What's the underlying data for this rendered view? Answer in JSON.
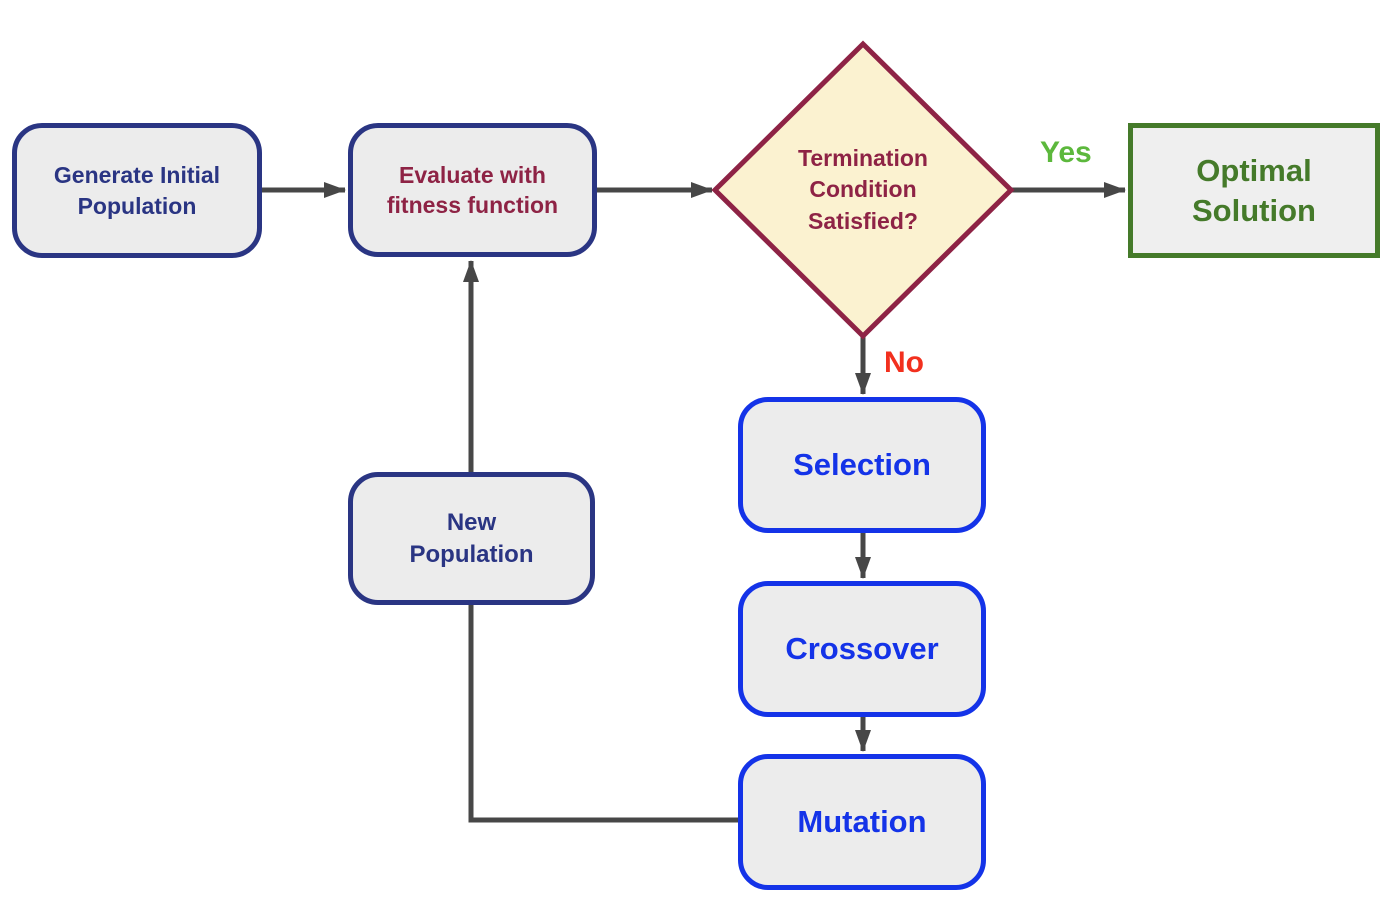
{
  "colors": {
    "background": "#FFFFFF",
    "navy": "#2A3583",
    "maroon": "#8E2345",
    "blue": "#1433E8",
    "green-dark": "#457A2A",
    "green-bright": "#5CB83C",
    "red": "#F2301E",
    "arrow": "#474747",
    "node-fill": "#ECECEC",
    "diamond-fill": "#FBF2D0"
  },
  "nodes": {
    "generate_initial_population": {
      "label": "Generate Initial\nPopulation"
    },
    "evaluate_fitness": {
      "label": "Evaluate with\nfitness function"
    },
    "termination_condition": {
      "label": "Termination\nCondition\nSatisfied?"
    },
    "optimal_solution": {
      "label": "Optimal\nSolution"
    },
    "selection": {
      "label": "Selection"
    },
    "crossover": {
      "label": "Crossover"
    },
    "mutation": {
      "label": "Mutation"
    },
    "new_population": {
      "label": "New\nPopulation"
    }
  },
  "edges": {
    "yes_label": "Yes",
    "no_label": "No"
  }
}
